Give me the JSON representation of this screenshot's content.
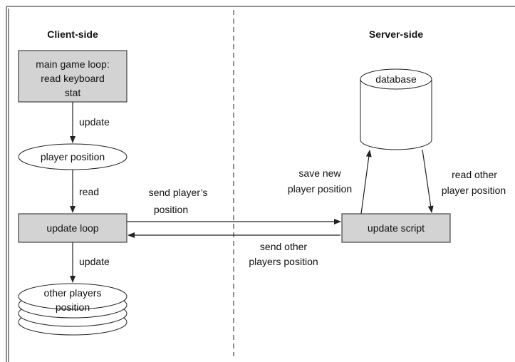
{
  "client_side": {
    "heading": "Client-side",
    "game_loop": [
      "main game loop:",
      "read keyboard",
      "stat"
    ],
    "player_position": "player position",
    "update_loop": "update loop",
    "other_players": [
      "other players",
      "position"
    ]
  },
  "server_side": {
    "heading": "Server-side",
    "database": "database",
    "update_script": "update script"
  },
  "edges": {
    "update_1": "update",
    "read": "read",
    "update_2": "update",
    "send_player": [
      "send player’s",
      "position"
    ],
    "send_other": [
      "send other",
      "players position"
    ],
    "save_new": [
      "save new",
      "player position"
    ],
    "read_other": [
      "read other",
      "player position"
    ]
  },
  "colors": {
    "process_fill": "#d3d3d3",
    "stroke": "#222222"
  }
}
